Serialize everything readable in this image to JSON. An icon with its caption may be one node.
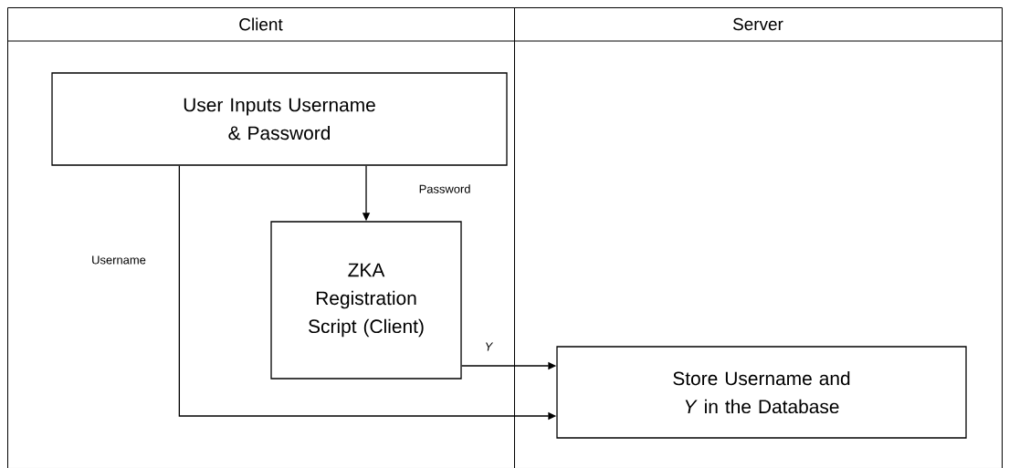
{
  "diagram": {
    "nodes": [
      {
        "text": [
          "Client"
        ]
      },
      {
        "text": [
          "Server"
        ]
      },
      {
        "text": [
          "User Inputs Username & Password"
        ],
        "in": 0
      },
      {
        "text": [
          "ZKA Registration Script (Client)"
        ],
        "in": 0
      },
      {
        "text": [
          "Store Username and *Y* in the Database"
        ],
        "in": 1
      }
    ],
    "edges": [
      {
        "from": 2,
        "to": 3,
        "arrow": "to",
        "label": "Password"
      },
      {
        "from": 3,
        "to": 4,
        "arrow": "to",
        "label": "Y"
      },
      {
        "from": 2,
        "to": 4,
        "arrow": "to",
        "label": "Username"
      }
    ]
  }
}
